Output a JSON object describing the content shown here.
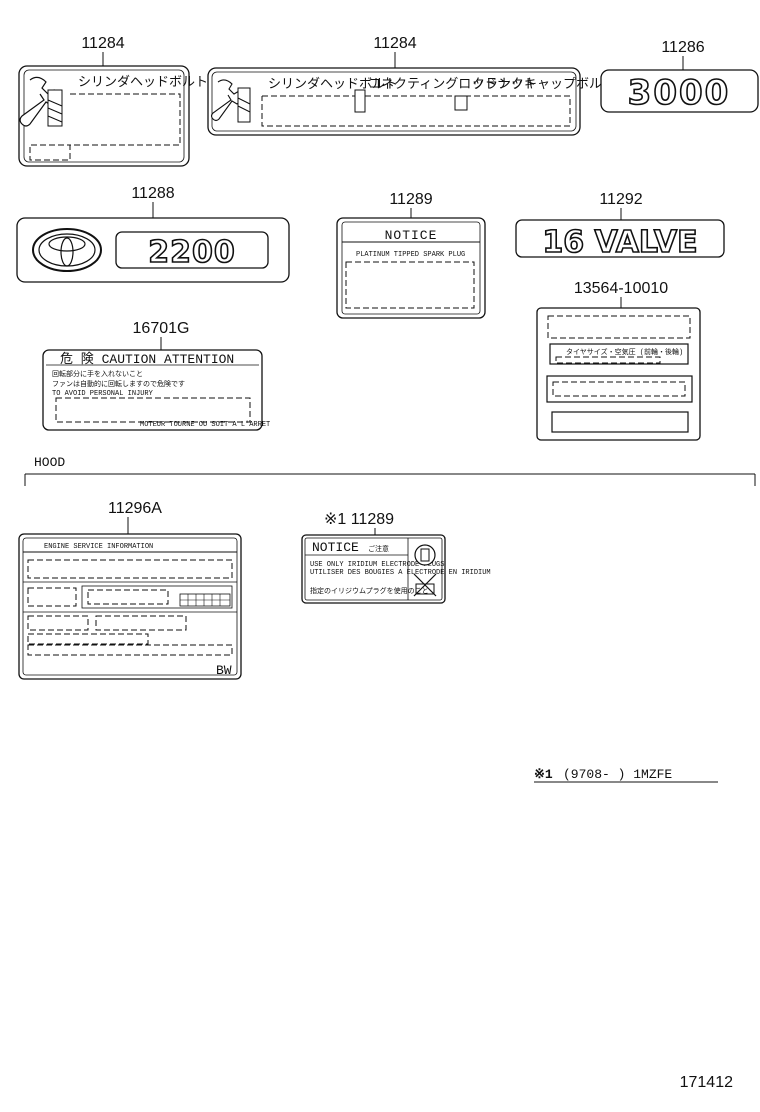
{
  "part_numbers": {
    "p11284_a": "11284",
    "p11284_b": "11284",
    "p11286": "11286",
    "p11288": "11288",
    "p11289": "11289",
    "p11292": "11292",
    "p13564": "13564-10010",
    "p16701": "16701G",
    "p11296": "11296A",
    "p11289_alt": "※1 11289"
  },
  "labels": {
    "cyl_head_bolt": "シリンダヘッドボルト",
    "conrod_nut": "コネクティングロッドナット",
    "crank_cap_bolt": "クランクキャップボルト",
    "emblem_3000": "3000",
    "emblem_2200": "2200",
    "emblem_16valve": "16 VALVE",
    "notice_title": "NOTICE",
    "platinum_text": "PLATINUM TIPPED SPARK PLUG",
    "caution_header": "危  険  CAUTION  ATTENTION",
    "caution_line1": "回転部分に手を入れないこと",
    "caution_line2": "ファンは自動的に回転しますので危険です",
    "caution_line3": "TO AVOID PERSONAL INJURY",
    "caution_line4": "MOTEUR TOURNE OU SOIT A L'ARRET",
    "tag_13564_text": "タイヤサイズ・空気圧 (前輪・後輪)",
    "hood": "HOOD",
    "engine_service_info": "ENGINE SERVICE INFORMATION",
    "bw": "BW",
    "notice_jp": "ご注意",
    "notice_small1": "USE ONLY IRIDIUM ELECTRODE PLUGS",
    "notice_small2": "UTILISER DES BOUGIES A ELECTRODE EN IRIDIUM",
    "notice_small3": "",
    "notice_small4": "指定のイリジウムプラグを使用のこと",
    "footnote_mark": "※1",
    "footnote_text": "(9708-       ) 1MZFE",
    "drawing_number": "171412"
  }
}
